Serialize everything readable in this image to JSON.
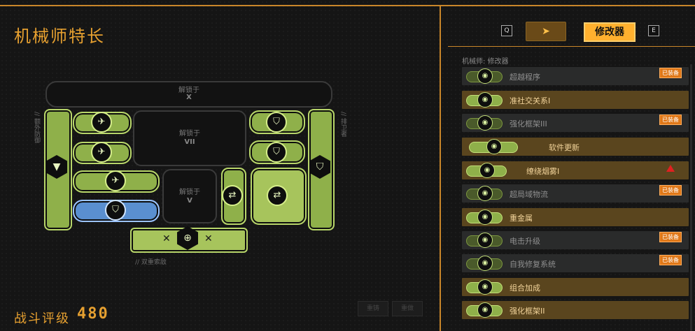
{
  "title": "机械师特长",
  "rating": {
    "label": "战斗评级",
    "value": "480"
  },
  "bottom_buttons": [
    "重铸",
    "重做"
  ],
  "tree": {
    "top_lock": {
      "text": "解锁于",
      "numeral": "X"
    },
    "mid_lock": {
      "text": "解锁于",
      "numeral": "VII"
    },
    "low_lock": {
      "text": "解锁于",
      "numeral": "V"
    },
    "left_side": "// 额外防御",
    "right_side": "// 排卫者",
    "bottom_side": "// 双重索敌"
  },
  "tabs": {
    "q_key": "Q",
    "e_key": "E",
    "modifier_label": "修改器"
  },
  "section_title": "机械师: 修改器",
  "badge_text": "已装备",
  "mods": [
    {
      "label": "超越程序",
      "style": "gray",
      "equipped": true,
      "warn": false
    },
    {
      "label": "准社交关系I",
      "style": "brown",
      "equipped": false,
      "warn": false
    },
    {
      "label": "强化框架III",
      "style": "gray",
      "equipped": true,
      "warn": false
    },
    {
      "label": "软件更新",
      "style": "brown",
      "equipped": false,
      "warn": false
    },
    {
      "label": "缭绕烟雾I",
      "style": "brown",
      "equipped": false,
      "warn": true
    },
    {
      "label": "超局域物流",
      "style": "gray",
      "equipped": true,
      "warn": false
    },
    {
      "label": "重金属",
      "style": "brown",
      "equipped": false,
      "warn": false
    },
    {
      "label": "电击升级",
      "style": "gray",
      "equipped": true,
      "warn": false
    },
    {
      "label": "自我修复系统",
      "style": "gray",
      "equipped": true,
      "warn": false
    },
    {
      "label": "组合加成",
      "style": "brown",
      "equipped": false,
      "warn": false
    },
    {
      "label": "强化框架II",
      "style": "brown",
      "equipped": false,
      "warn": false
    }
  ],
  "colors": {
    "accent": "#e6a030",
    "green": "#8fb04a",
    "selected_blue": "#5a8fd0",
    "badge": "#e07818"
  }
}
